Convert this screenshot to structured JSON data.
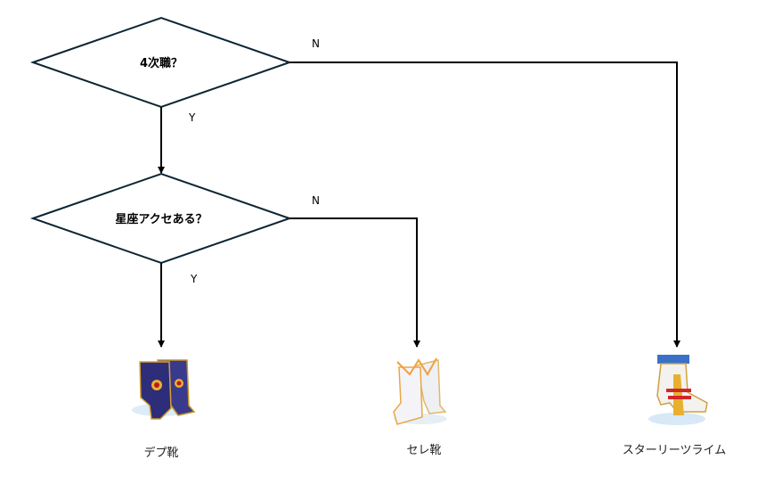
{
  "decisions": [
    {
      "question": "4次職？",
      "yes_label": "Y",
      "no_label": "N"
    },
    {
      "question": "星座アクセある？",
      "yes_label": "Y",
      "no_label": "N"
    }
  ],
  "outcomes": [
    {
      "label": "デプ靴",
      "icon": "dark-blue-boots-icon"
    },
    {
      "label": "セレ靴",
      "icon": "white-gold-winged-boots-icon"
    },
    {
      "label": "スターリーツライム",
      "icon": "white-starry-boots-icon"
    }
  ],
  "colors": {
    "diamond_stroke": "#0d2533",
    "line": "#000000"
  }
}
